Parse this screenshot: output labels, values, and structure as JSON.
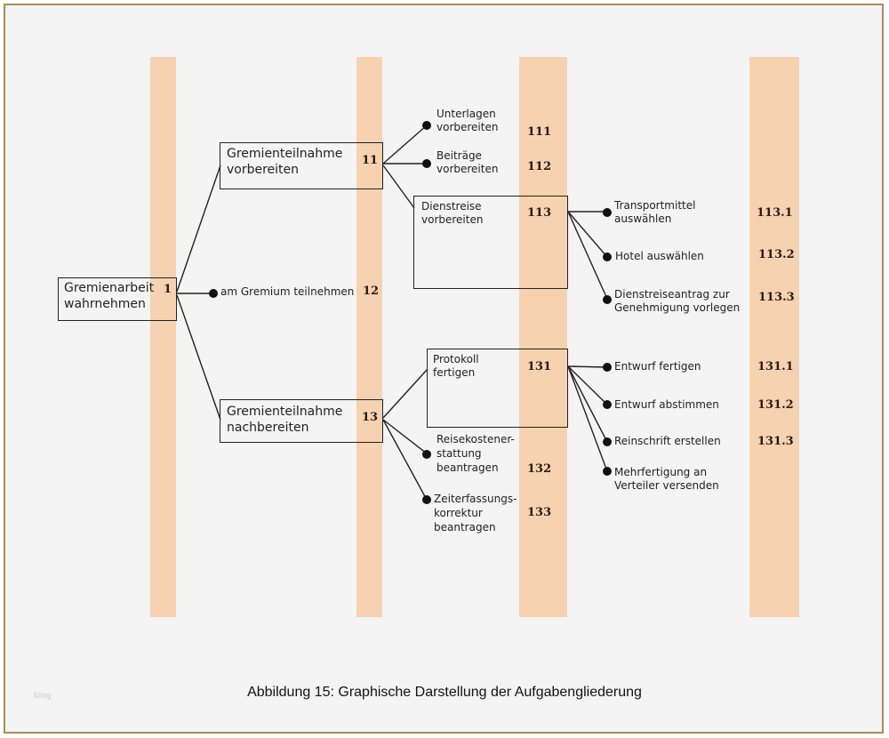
{
  "caption": "Abbildung 15: Graphische Darstellung der Aufgabengliederung",
  "watermark": "blog",
  "colors": {
    "column": "#f6d2b0",
    "frame": "#b08a58",
    "background": "#f4f4f4"
  },
  "nodes": {
    "n1": {
      "label": "Gremienarbeit\nwahrnehmen",
      "num": "1"
    },
    "n11": {
      "label": "Gremienteilnahme\nvorbereiten",
      "num": "11"
    },
    "n12": {
      "label": "am Gremium teilnehmen",
      "num": "12"
    },
    "n13": {
      "label": "Gremienteilnahme\nnachbereiten",
      "num": "13"
    },
    "n111": {
      "label": "Unterlagen\nvorbereiten",
      "num": "111"
    },
    "n112": {
      "label": "Beiträge\nvorbereiten",
      "num": "112"
    },
    "n113": {
      "label": "Dienstreise\nvorbereiten",
      "num": "113"
    },
    "n1131": {
      "label": "Transportmittel\nauswählen",
      "num": "113.1"
    },
    "n1132": {
      "label": "Hotel auswählen",
      "num": "113.2"
    },
    "n1133": {
      "label": "Dienstreiseantrag zur\nGenehmigung vorlegen",
      "num": "113.3"
    },
    "n131": {
      "label": "Protokoll\nfertigen",
      "num": "131"
    },
    "n132": {
      "label": "Reisekostener-\nstattung\nbeantragen",
      "num": "132"
    },
    "n133": {
      "label": "Zeiterfassungs-\nkorrektur\nbeantragen",
      "num": "133"
    },
    "n1311": {
      "label": "Entwurf fertigen",
      "num": "131.1"
    },
    "n1312": {
      "label": "Entwurf abstimmen",
      "num": "131.2"
    },
    "n1313": {
      "label": "Reinschrift erstellen",
      "num": "131.3"
    },
    "n1314": {
      "label": "Mehrfertigung an\nVerteiler versenden",
      "num": ""
    }
  }
}
